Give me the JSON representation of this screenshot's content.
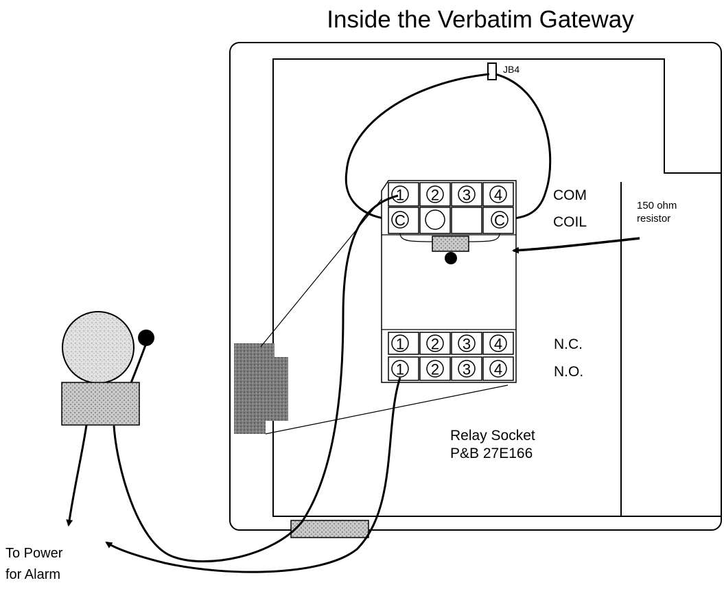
{
  "title": "Inside the Verbatim Gateway",
  "labels": {
    "jumper": "JB4",
    "com": "COM",
    "coil": "COIL",
    "nc": "N.C.",
    "no": "N.O.",
    "resistor_line1": "150 ohm",
    "resistor_line2": "resistor",
    "socket_line1": "Relay Socket",
    "socket_line2": "P&B 27E166",
    "power_line1": "To Power",
    "power_line2": "for Alarm"
  },
  "terminals": {
    "top_row": [
      "1",
      "2",
      "3",
      "4"
    ],
    "coil_row": [
      "C",
      "",
      "",
      "C"
    ],
    "nc_row": [
      "1",
      "2",
      "3",
      "4"
    ],
    "no_row": [
      "1",
      "2",
      "3",
      "4"
    ]
  },
  "colors": {
    "line": "#000000",
    "shading": "#8a8a8a",
    "light_shading": "#d4d4d4"
  }
}
